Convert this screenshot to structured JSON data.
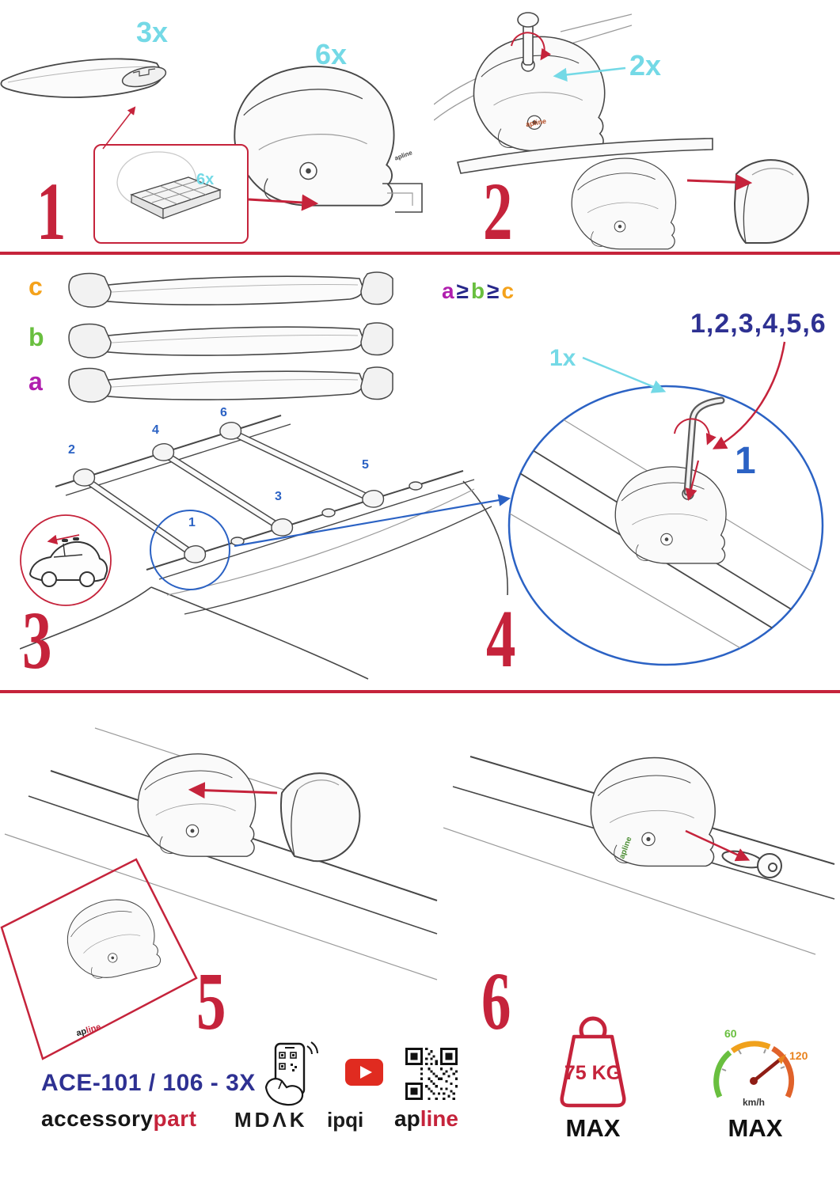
{
  "palette": {
    "red": "#c5233b",
    "cyan": "#74d9e6",
    "blue": "#2b62c4",
    "navy": "#2e3192",
    "green": "#69bf3f",
    "orange": "#f4a21c",
    "purple": "#b01fae",
    "speed_orange": "#e8821e",
    "yt_red": "#e02b20",
    "ink": "#474747"
  },
  "steps": {
    "one": {
      "num": "1",
      "bar_qty": "3x",
      "foot_qty": "6x",
      "pad_qty": "6x"
    },
    "two": {
      "num": "2",
      "key_qty": "2x"
    },
    "three": {
      "num": "3",
      "label_c": "c",
      "label_b": "b",
      "label_a": "a",
      "positions": [
        "1",
        "2",
        "3",
        "4",
        "5",
        "6"
      ]
    },
    "four": {
      "num": "4",
      "rule_a": "a",
      "rule_gte1": "≥",
      "rule_b": "b",
      "rule_gte2": "≥",
      "rule_c": "c",
      "sequence": "1,2,3,4,5,6",
      "tool_qty": "1x",
      "callout": "1"
    },
    "five": {
      "num": "5"
    },
    "six": {
      "num": "6"
    }
  },
  "footer": {
    "model": "ACE-101 / 106 - 3X",
    "brand_black": "accessory",
    "brand_red": "part",
    "mdak": "MDΛK",
    "ipqi": "ipqi",
    "apline_black": "ap",
    "apline_red": "line",
    "apline_full": "apline"
  },
  "limits": {
    "weight_value": "75 KG",
    "weight_max": "MAX",
    "speed_low": "60",
    "speed_high": "120",
    "speed_unit": "km/h",
    "speed_max": "MAX"
  }
}
